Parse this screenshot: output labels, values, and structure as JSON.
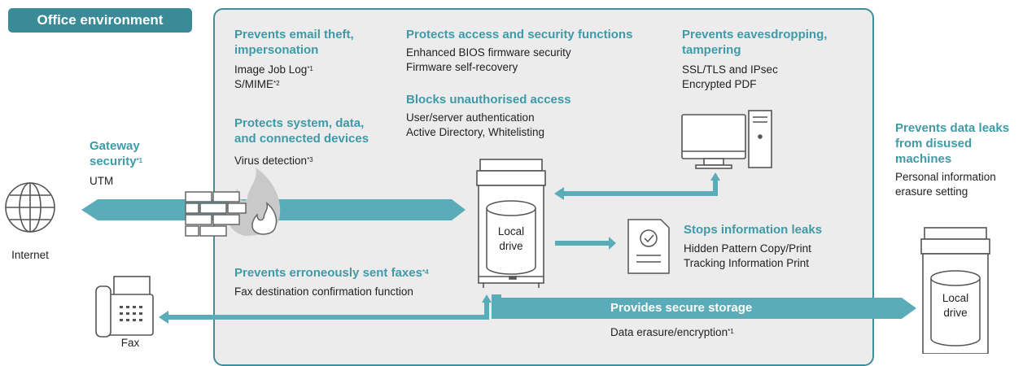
{
  "office_tab": "Office environment",
  "email": {
    "title_1": "Prevents email theft,",
    "title_2": "impersonation",
    "item_1": "Image Job Log",
    "item_1_sup": "*1",
    "item_2": "S/MIME",
    "item_2_sup": "*2"
  },
  "system": {
    "title_1": "Protects system, data,",
    "title_2": "and connected devices",
    "item_1": "Virus detection",
    "item_1_sup": "*3"
  },
  "access": {
    "title": "Protects access and security functions",
    "item_1": "Enhanced BIOS firmware security",
    "item_2": "Firmware self-recovery"
  },
  "unauth": {
    "title": "Blocks unauthorised access",
    "item_1": "User/server authentication",
    "item_2": "Active Directory, Whitelisting"
  },
  "eaves": {
    "title_1": "Prevents eavesdropping,",
    "title_2": "tampering",
    "item_1": "SSL/TLS and IPsec",
    "item_2": "Encrypted PDF"
  },
  "gateway": {
    "title_1": "Gateway",
    "title_2": "security",
    "title_sup": "*1",
    "item": "UTM"
  },
  "internet_label": "Internet",
  "fax_label": "Fax",
  "faxes": {
    "title": "Prevents erroneously sent faxes",
    "title_sup": "*4",
    "item": "Fax destination confirmation function"
  },
  "leaks": {
    "title": "Stops information leaks",
    "item_1": "Hidden Pattern Copy/Print",
    "item_2": "Tracking Information Print"
  },
  "storage": {
    "title": "Provides secure storage",
    "item": "Data erasure/encryption",
    "item_sup": "*1"
  },
  "disused": {
    "title_1": "Prevents data leaks",
    "title_2": "from disused",
    "title_3": "machines",
    "item_1": "Personal information",
    "item_2": "erasure setting"
  },
  "drive_label_1": "Local",
  "drive_label_2": "drive",
  "colors": {
    "teal": "#3f9aa8",
    "arrow": "#5aacb8",
    "panel": "#ececec",
    "border": "#3f8e9c"
  }
}
